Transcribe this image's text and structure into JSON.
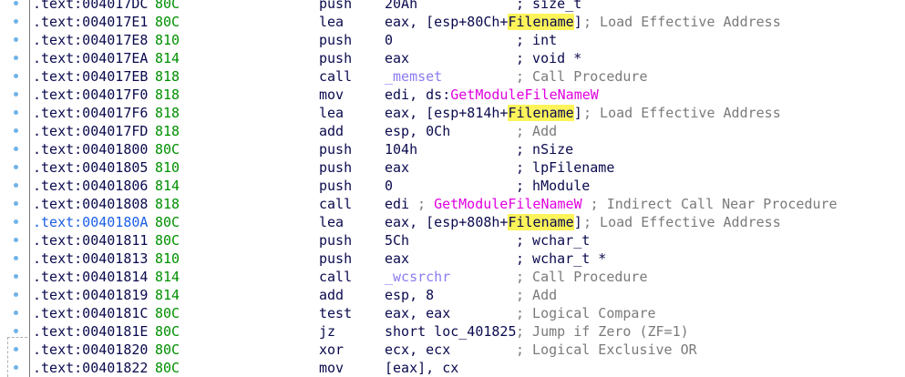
{
  "rows": [
    {
      "seg": ".text:004017DC",
      "sp": "80C",
      "mn": "push",
      "op": [
        {
          "t": "20Ah"
        }
      ],
      "cmx": 566,
      "cm": [
        {
          "t": "; size_t",
          "c": "blk"
        }
      ]
    },
    {
      "seg": ".text:004017E1",
      "sp": "80C",
      "mn": "lea",
      "op": [
        {
          "t": "eax, [esp+80Ch+"
        },
        {
          "t": "Filename",
          "c": "yel"
        },
        {
          "t": "]"
        }
      ],
      "cmx": 640,
      "cm": [
        {
          "t": "; Load Effective Address",
          "c": "cm"
        }
      ]
    },
    {
      "seg": ".text:004017E8",
      "sp": "810",
      "mn": "push",
      "op": [
        {
          "t": "0"
        }
      ],
      "cmx": 566,
      "cm": [
        {
          "t": "; int",
          "c": "blk"
        }
      ]
    },
    {
      "seg": ".text:004017EA",
      "sp": "814",
      "mn": "push",
      "op": [
        {
          "t": "eax"
        }
      ],
      "cmx": 566,
      "cm": [
        {
          "t": "; void *",
          "c": "blk"
        }
      ]
    },
    {
      "seg": ".text:004017EB",
      "sp": "818",
      "mn": "call",
      "op": [
        {
          "t": "_memset",
          "c": "lib"
        }
      ],
      "cmx": 566,
      "cm": [
        {
          "t": "; Call Procedure",
          "c": "cm"
        }
      ]
    },
    {
      "seg": ".text:004017F0",
      "sp": "818",
      "mn": "mov",
      "op": [
        {
          "t": "edi, ds:"
        },
        {
          "t": "GetModuleFileNameW",
          "c": "mag"
        }
      ],
      "cmx": 0,
      "cm": []
    },
    {
      "seg": ".text:004017F6",
      "sp": "818",
      "mn": "lea",
      "op": [
        {
          "t": "eax, [esp+814h+"
        },
        {
          "t": "Filename",
          "c": "yel"
        },
        {
          "t": "]"
        }
      ],
      "cmx": 640,
      "cm": [
        {
          "t": "; Load Effective Address",
          "c": "cm"
        }
      ]
    },
    {
      "seg": ".text:004017FD",
      "sp": "818",
      "mn": "add",
      "op": [
        {
          "t": "esp, 0Ch"
        }
      ],
      "cmx": 566,
      "cm": [
        {
          "t": "; Add",
          "c": "cm"
        }
      ]
    },
    {
      "seg": ".text:00401800",
      "sp": "80C",
      "mn": "push",
      "op": [
        {
          "t": "104h"
        }
      ],
      "cmx": 566,
      "cm": [
        {
          "t": "; nSize",
          "c": "blk"
        }
      ]
    },
    {
      "seg": ".text:00401805",
      "sp": "810",
      "mn": "push",
      "op": [
        {
          "t": "eax"
        }
      ],
      "cmx": 566,
      "cm": [
        {
          "t": "; lpFilename",
          "c": "blk"
        }
      ]
    },
    {
      "seg": ".text:00401806",
      "sp": "814",
      "mn": "push",
      "op": [
        {
          "t": "0"
        }
      ],
      "cmx": 566,
      "cm": [
        {
          "t": "; hModule",
          "c": "blk"
        }
      ]
    },
    {
      "seg": ".text:00401808",
      "sp": "818",
      "mn": "call",
      "op": [
        {
          "t": "edi"
        }
      ],
      "cmx": 458,
      "cm": [
        {
          "t": "; ",
          "c": "cm"
        },
        {
          "t": "GetModuleFileNameW",
          "c": "mag"
        },
        {
          "t": " ; Indirect Call Near Procedure",
          "c": "cm"
        }
      ]
    },
    {
      "seg": ".text:0040180A",
      "sp": "80C",
      "mn": "lea",
      "op": [
        {
          "t": "eax, [esp+808h+"
        },
        {
          "t": "Filename",
          "c": "yel"
        },
        {
          "t": "]"
        }
      ],
      "cmx": 640,
      "cm": [
        {
          "t": "; Load Effective Address",
          "c": "cm"
        }
      ],
      "hl": true
    },
    {
      "seg": ".text:00401811",
      "sp": "80C",
      "mn": "push",
      "op": [
        {
          "t": "5Ch"
        }
      ],
      "cmx": 566,
      "cm": [
        {
          "t": "; wchar_t",
          "c": "blk"
        }
      ]
    },
    {
      "seg": ".text:00401813",
      "sp": "810",
      "mn": "push",
      "op": [
        {
          "t": "eax"
        }
      ],
      "cmx": 566,
      "cm": [
        {
          "t": "; wchar_t *",
          "c": "blk"
        }
      ]
    },
    {
      "seg": ".text:00401814",
      "sp": "814",
      "mn": "call",
      "op": [
        {
          "t": "_wcsrchr",
          "c": "lib"
        }
      ],
      "cmx": 566,
      "cm": [
        {
          "t": "; Call Procedure",
          "c": "cm"
        }
      ]
    },
    {
      "seg": ".text:00401819",
      "sp": "814",
      "mn": "add",
      "op": [
        {
          "t": "esp, 8"
        }
      ],
      "cmx": 566,
      "cm": [
        {
          "t": "; Add",
          "c": "cm"
        }
      ]
    },
    {
      "seg": ".text:0040181C",
      "sp": "80C",
      "mn": "test",
      "op": [
        {
          "t": "eax, eax"
        }
      ],
      "cmx": 566,
      "cm": [
        {
          "t": "; Logical Compare",
          "c": "cm"
        }
      ]
    },
    {
      "seg": ".text:0040181E",
      "sp": "80C",
      "mn": "jz",
      "op": [
        {
          "t": "short loc_401825"
        }
      ],
      "cmx": 566,
      "cm": [
        {
          "t": "; Jump if Zero (ZF=1)",
          "c": "cm"
        }
      ]
    },
    {
      "seg": ".text:00401820",
      "sp": "80C",
      "mn": "xor",
      "op": [
        {
          "t": "ecx, ecx"
        }
      ],
      "cmx": 566,
      "cm": [
        {
          "t": "; Logical Exclusive OR",
          "c": "cm"
        }
      ]
    },
    {
      "seg": ".text:00401822",
      "sp": "80C",
      "mn": "mov",
      "op": [
        {
          "t": "[eax], cx"
        }
      ],
      "cmx": 0,
      "cm": []
    }
  ]
}
